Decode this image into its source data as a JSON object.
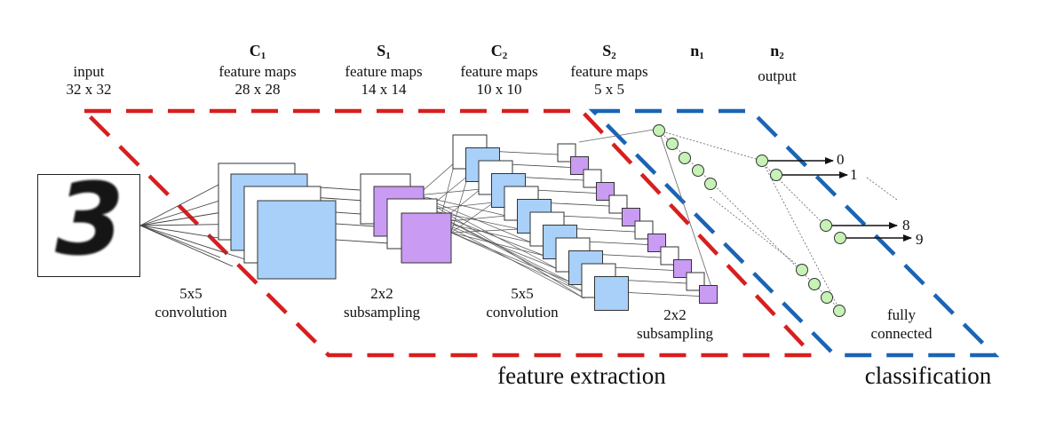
{
  "input": {
    "title": "input",
    "size": "32 x 32",
    "digit": "3"
  },
  "c1": {
    "letter": "C",
    "sub": "1",
    "caption": "feature maps",
    "size": "28 x 28"
  },
  "s1": {
    "letter": "S",
    "sub": "1",
    "caption": "feature maps",
    "size": "14 x 14"
  },
  "c2": {
    "letter": "C",
    "sub": "2",
    "caption": "feature maps",
    "size": "10 x 10"
  },
  "s2": {
    "letter": "S",
    "sub": "2",
    "caption": "feature maps",
    "size": "5 x 5"
  },
  "n1": {
    "letter": "n",
    "sub": "1"
  },
  "n2": {
    "letter": "n",
    "sub": "2",
    "caption": "output"
  },
  "ops": {
    "conv1": [
      "5x5",
      "convolution"
    ],
    "sub1": [
      "2x2",
      "subsampling"
    ],
    "conv2": [
      "5x5",
      "convolution"
    ],
    "sub2": [
      "2x2",
      "subsampling"
    ],
    "fc": [
      "fully",
      "connected"
    ]
  },
  "outputs": [
    "0",
    "1",
    "8",
    "9"
  ],
  "regions": {
    "feature": "feature extraction",
    "classification": "classification"
  },
  "colors": {
    "feature_border": "#d81e1e",
    "classification_border": "#1a64b4",
    "conv_fill": "#a8d0f8",
    "subsample_fill": "#c99bf2",
    "neuron_fill": "#c6f2b6"
  }
}
